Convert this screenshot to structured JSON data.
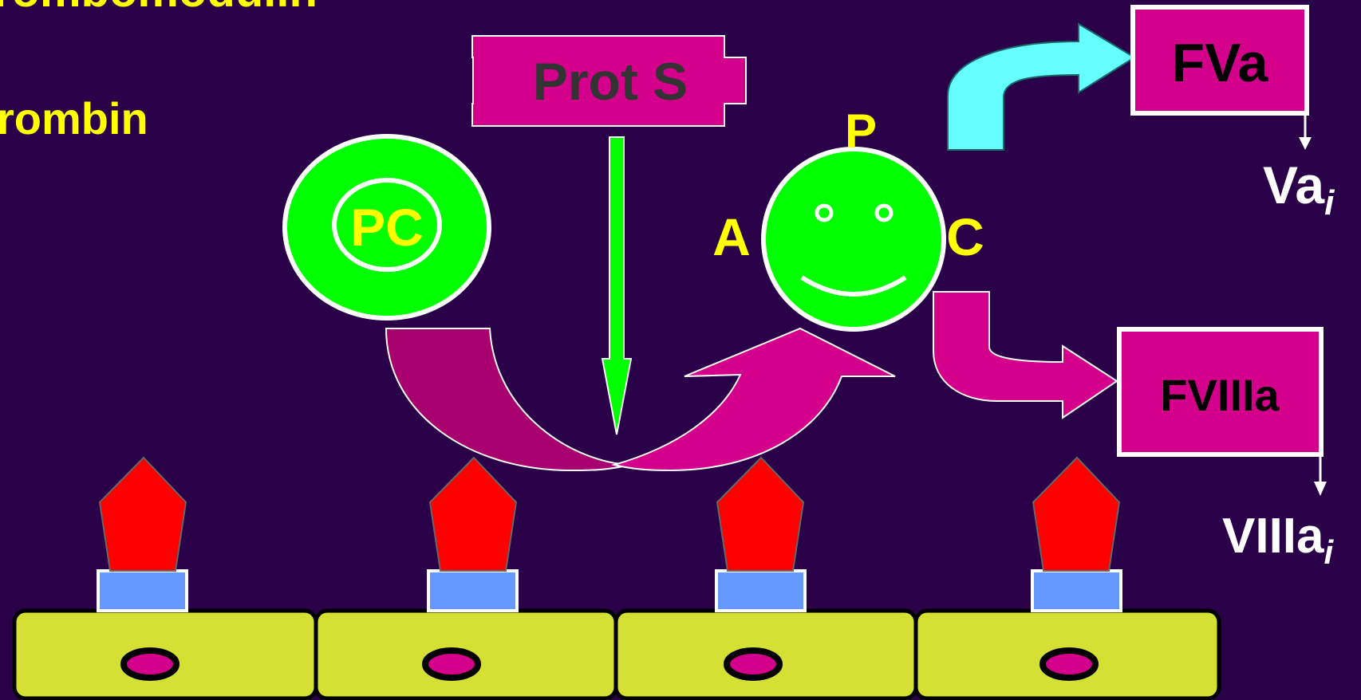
{
  "slide": {
    "title_fragment": "rombomodulin",
    "subtitle_fragment": "rombin"
  },
  "labels": {
    "prot_s": "Prot S",
    "pc": "PC",
    "apc_p": "P",
    "apc_a": "A",
    "apc_c": "C",
    "fva": "FVa",
    "fviiia": "FVIIIa",
    "va_main": "Va",
    "va_sub": "i",
    "viiia_main": "VIIIa",
    "viiia_sub": "i"
  },
  "colors": {
    "background": "#2a0048",
    "yellow_text": "#ffff00",
    "magenta": "#d4008c",
    "magenta_dark": "#a8006e",
    "green": "#00ff00",
    "cyan": "#66ffff",
    "cell": "#d4e034",
    "receptor": "#ff0000",
    "anchor": "#6699ff"
  },
  "icons": {
    "receptor": "pentagon-receptor-icon",
    "anchor": "blue-rectangle-anchor-icon",
    "nucleus": "cell-nucleus-icon"
  }
}
